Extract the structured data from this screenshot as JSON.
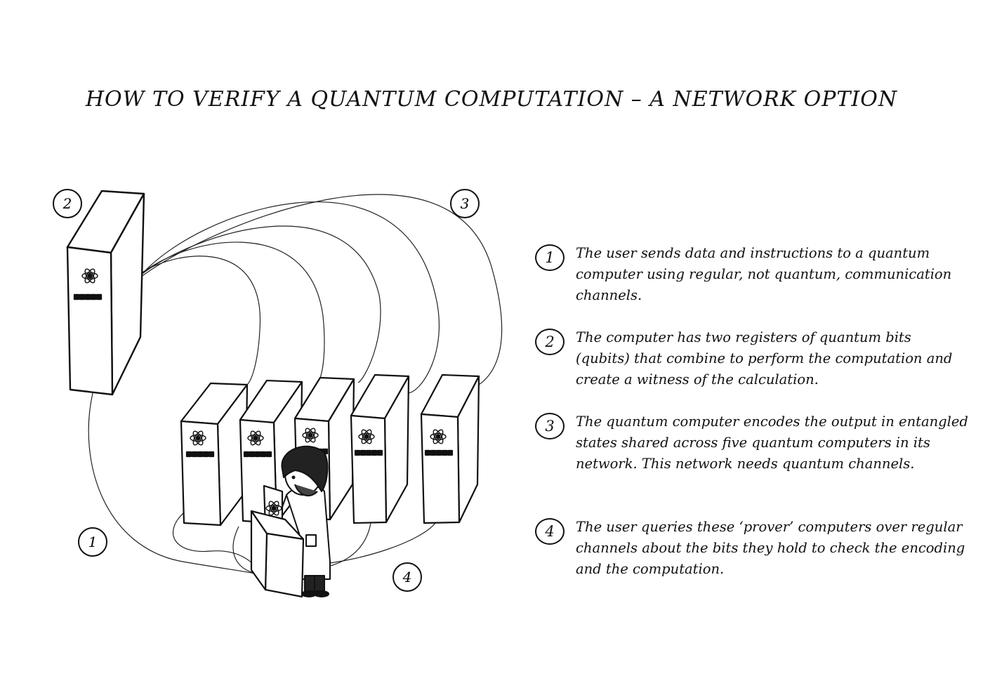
{
  "title": "HOW TO VERIFY A QUANTUM COMPUTATION – A NETWORK OPTION",
  "illustration": {
    "labels": [
      "2",
      "3",
      "1",
      "4"
    ],
    "icons": [
      "atom-icon",
      "server-cabinet",
      "scientist-figure",
      "terminal-console"
    ]
  },
  "steps": [
    {
      "number": "1",
      "text": "The user sends data and instructions to a quantum computer using regular, not quantum, communication channels."
    },
    {
      "number": "2",
      "text": "The computer has two registers of quantum bits (qubits) that combine to perform the computation and create a witness of the calculation."
    },
    {
      "number": "3",
      "text": "The quantum computer encodes the output in entangled states shared across five quantum computers in its network. This network needs quantum channels."
    },
    {
      "number": "4",
      "text": "The user queries these ‘prover’ computers over regular channels about the bits they hold to check the encoding and the computation."
    }
  ]
}
